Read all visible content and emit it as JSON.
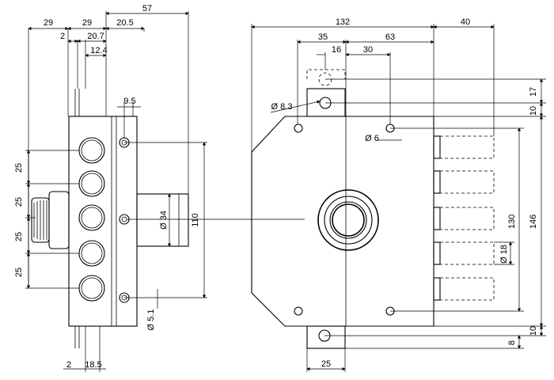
{
  "side_view": {
    "top_dims": [
      "57",
      "29",
      "29",
      "20.5",
      "2",
      "20.7",
      "12.4",
      "9.5"
    ],
    "left_dims": [
      "25",
      "25",
      "25",
      "25"
    ],
    "right_dims": [
      "110"
    ],
    "diameters": [
      "Ø 34",
      "Ø 5.1"
    ],
    "bottom_dims": [
      "2",
      "18.5"
    ]
  },
  "front_view": {
    "top_dims": [
      "132",
      "40",
      "35",
      "63",
      "16",
      "30"
    ],
    "diameters": [
      "Ø 8.3",
      "Ø 6",
      "Ø 18"
    ],
    "right_dims": [
      "17",
      "10",
      "130",
      "146",
      "10",
      "8"
    ],
    "bottom_dims": [
      "25"
    ]
  }
}
